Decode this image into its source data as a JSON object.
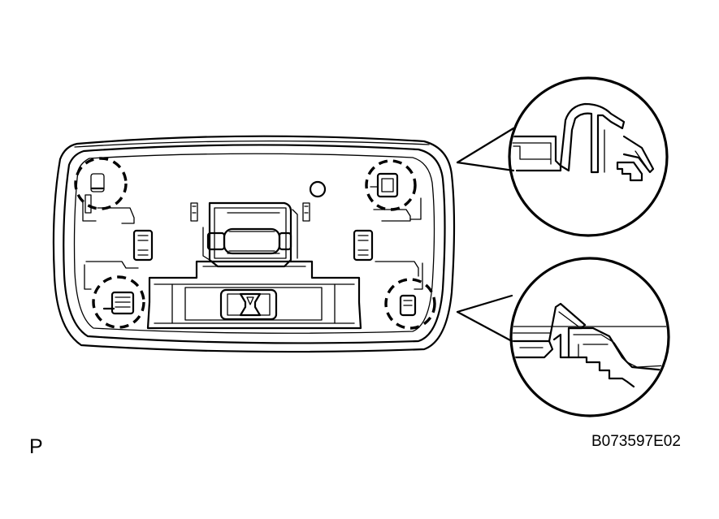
{
  "view_code": "P",
  "figure_id": "B073597E02",
  "colors": {
    "line": "#000000",
    "background": "#ffffff"
  },
  "callouts": [
    {
      "name": "upper-clip-detail",
      "from": "upper-right-claw"
    },
    {
      "name": "lower-clip-detail",
      "from": "lower-right-claw"
    }
  ]
}
